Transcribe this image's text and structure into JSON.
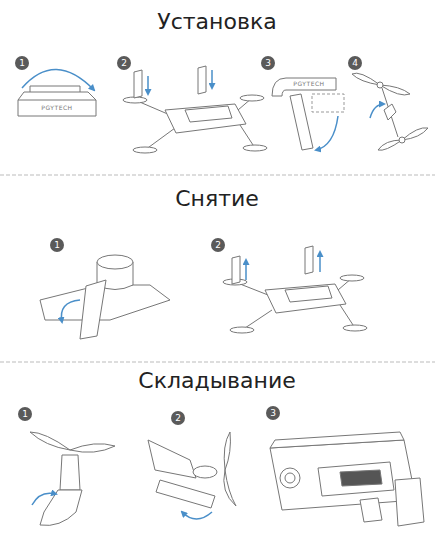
{
  "diagram": {
    "nodes": [
      {
        "text": [
          "1"
        ]
      },
      {
        "text": [
          "2"
        ]
      },
      {
        "text": [
          "3"
        ]
      },
      {
        "text": [
          "4"
        ]
      },
      {
        "text": [
          "1"
        ]
      },
      {
        "text": [
          "2"
        ]
      },
      {
        "text": [
          "1"
        ]
      },
      {
        "text": [
          "2"
        ]
      },
      {
        "text": [
          "3"
        ]
      }
    ],
    "labels": [
      "Установка",
      "PGYTECH",
      "PGYTECH",
      "Снятие",
      "Складывание"
    ]
  }
}
